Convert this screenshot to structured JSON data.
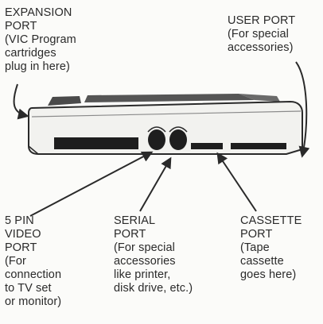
{
  "labels": {
    "expansion_port": "EXPANSION\nPORT\n(VIC Program\ncartridges\nplug in here)",
    "user_port": "USER PORT\n(For special\naccessories)",
    "video_port": "5 PIN\nVIDEO\nPORT\n(For\nconnection\nto TV set\nor monitor)",
    "serial_port": "SERIAL\nPORT\n(For special\naccessories\nlike printer,\ndisk drive, etc.)",
    "cassette_port": "CASSETTE\nPORT\n(Tape\ncassette\ngoes here)"
  },
  "colors": {
    "ink": "#2a2a2a",
    "console_body": "#f2f2ef",
    "keys": "#4a4a4a",
    "port_fill": "#1e1e1e",
    "background": "#fbfbf9"
  }
}
